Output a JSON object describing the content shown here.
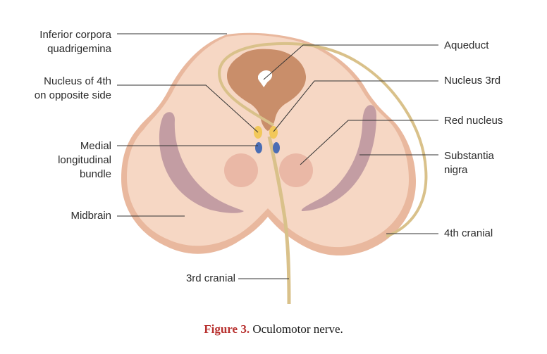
{
  "labels": {
    "inferior_corpora": [
      "Inferior corpora",
      "quadrigemina"
    ],
    "nucleus_4th": [
      "Nucleus of 4th",
      "on opposite side"
    ],
    "medial_longitudinal": [
      "Medial",
      "longitudinal",
      "bundle"
    ],
    "midbrain": "Midbrain",
    "third_cranial": "3rd cranial",
    "aqueduct": "Aqueduct",
    "nucleus_3rd": "Nucleus 3rd",
    "red_nucleus": "Red nucleus",
    "substantia_nigra": [
      "Substantia",
      "nigra"
    ],
    "fourth_cranial": "4th cranial"
  },
  "caption": {
    "figure_label": "Figure 3.",
    "text": " Oculomotor nerve."
  },
  "colors": {
    "tissue_outer": "#e9b89e",
    "tissue_inner": "#f6d7c4",
    "aqueduct_region": "#c98e6a",
    "substantia_nigra": "#b28a98",
    "red_nucleus": "#eab8a6",
    "nerve": "#d9c18a",
    "nucleus_yellow": "#f2c85a",
    "mlf_blue": "#4a6db4",
    "leader_line": "#333333",
    "caption_red": "#b8312f"
  }
}
